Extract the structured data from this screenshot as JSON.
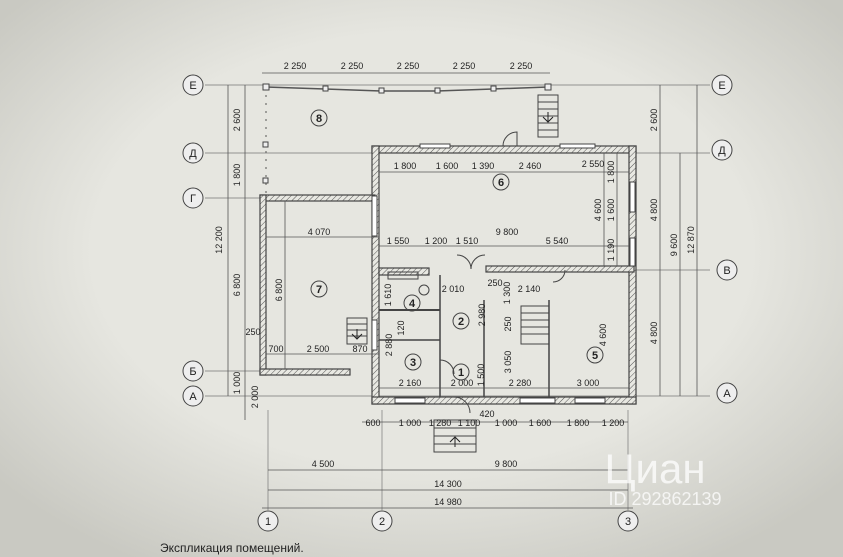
{
  "axes": {
    "rows": [
      "Е",
      "Д",
      "Г",
      "В",
      "Б",
      "А"
    ],
    "cols": [
      "1",
      "2",
      "3"
    ]
  },
  "rooms": [
    "1",
    "2",
    "3",
    "4",
    "5",
    "6",
    "7",
    "8"
  ],
  "dims_top": [
    "2 250",
    "2 250",
    "2 250",
    "2 250",
    "2 250"
  ],
  "dims_left": [
    "2 600",
    "1 800",
    "12 200",
    "6 800",
    "1 000",
    "2 000"
  ],
  "dims_right": [
    "2 600",
    "4 800",
    "9 600",
    "12 870",
    "4 800"
  ],
  "dims_inner": {
    "row_d": [
      "1 800",
      "1 600",
      "1 390",
      "2 460",
      "2 550"
    ],
    "vert_d": [
      "1 800",
      "4 600",
      "1 600",
      "1 190"
    ],
    "mid_line": [
      "4 070",
      "9 800"
    ],
    "row_b": [
      "1 550",
      "1 200",
      "1 510",
      "5 540"
    ],
    "room7_v": "6 800",
    "room7_bot": [
      "700",
      "2 500",
      "870"
    ],
    "side_250": "250",
    "room4": [
      "1 610",
      "2 010",
      "250",
      "1 300",
      "2 140"
    ],
    "room2": [
      "2 980",
      "250"
    ],
    "room3_v": [
      "120",
      "2 880"
    ],
    "bottom_row": [
      "2 160",
      "2 000",
      "1 500",
      "3 050",
      "2 280",
      "3 000"
    ],
    "room5_v": "4 600",
    "porch": [
      "600",
      "1 000",
      "1 280",
      "1 100",
      "420",
      "1 000",
      "1 600",
      "1 800",
      "1 200"
    ]
  },
  "dims_bottom": [
    "4 500",
    "9 800",
    "14 300",
    "14 980"
  ],
  "watermark": {
    "brand": "Циан",
    "id": "ID 292862139"
  },
  "caption": "Экспликация помещений."
}
